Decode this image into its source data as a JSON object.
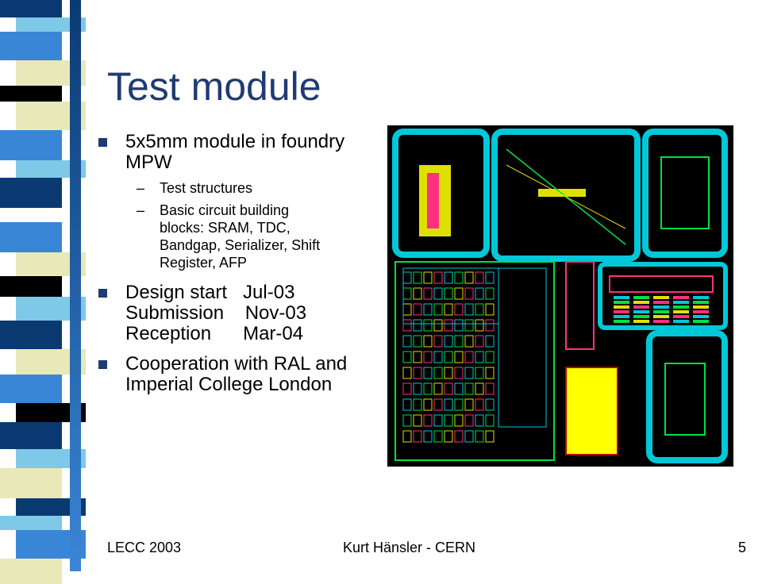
{
  "slide": {
    "title": "Test module",
    "bullets": [
      {
        "text_lines": [
          "5x5mm module in foundry",
          "MPW"
        ],
        "subitems": [
          {
            "dash": "–",
            "text_lines": [
              "Test structures"
            ]
          },
          {
            "dash": "–",
            "text_lines": [
              "Basic circuit building",
              "blocks: SRAM, TDC,",
              "Bandgap, Serializer, Shift",
              "Register, AFP"
            ]
          }
        ]
      },
      {
        "text_lines": [
          "Design start   Jul-03",
          "Submission    Nov-03",
          "Reception      Mar-04"
        ],
        "subitems": []
      },
      {
        "text_lines": [
          "Cooperation with RAL and",
          "Imperial College London"
        ],
        "subitems": []
      }
    ]
  },
  "footer": {
    "left": "LECC 2003",
    "center": "Kurt Hänsler - CERN",
    "right": "5"
  },
  "colors": {
    "title": "#1f3b73",
    "bullet_marker": "#1f3b73",
    "stripe_palette": [
      "#0b3a73",
      "#3a86d6",
      "#7ec8e8",
      "#e8e8b8",
      "#000000",
      "#ffffff"
    ]
  },
  "layout_image": "chip-layout-diagram"
}
